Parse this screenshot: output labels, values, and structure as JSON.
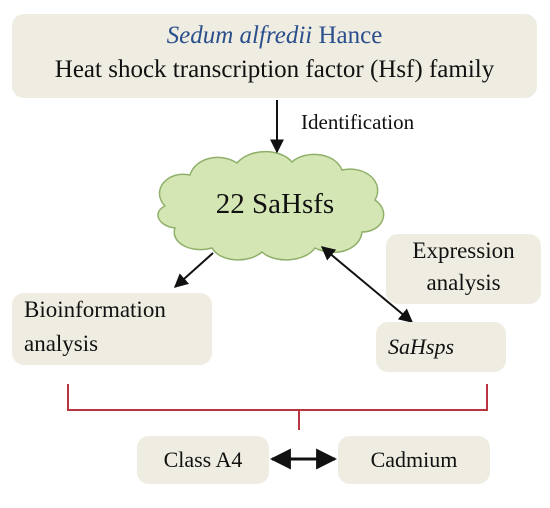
{
  "top_box": {
    "species_italic": "Sedum alfredii",
    "species_suffix": " Hance",
    "line2": "Heat shock transcription factor (Hsf) family"
  },
  "identification_label": "Identification",
  "cloud_label": "22 SaHsfs",
  "expression_box": {
    "line1": "Expression",
    "line2": "analysis"
  },
  "bioinfo_box": {
    "line1": "Bioinformation",
    "line2": "analysis"
  },
  "sahsps_box": {
    "label": "SaHsps"
  },
  "class_box": {
    "label": "Class A4"
  },
  "cadmium_box": {
    "label": "Cadmium"
  },
  "colors": {
    "box_fill": "#efece1",
    "cloud_fill": "#d5e6b5",
    "cloud_stroke": "#8fb069",
    "bracket": "#b8343f",
    "species_blue": "#2b4f8c"
  }
}
